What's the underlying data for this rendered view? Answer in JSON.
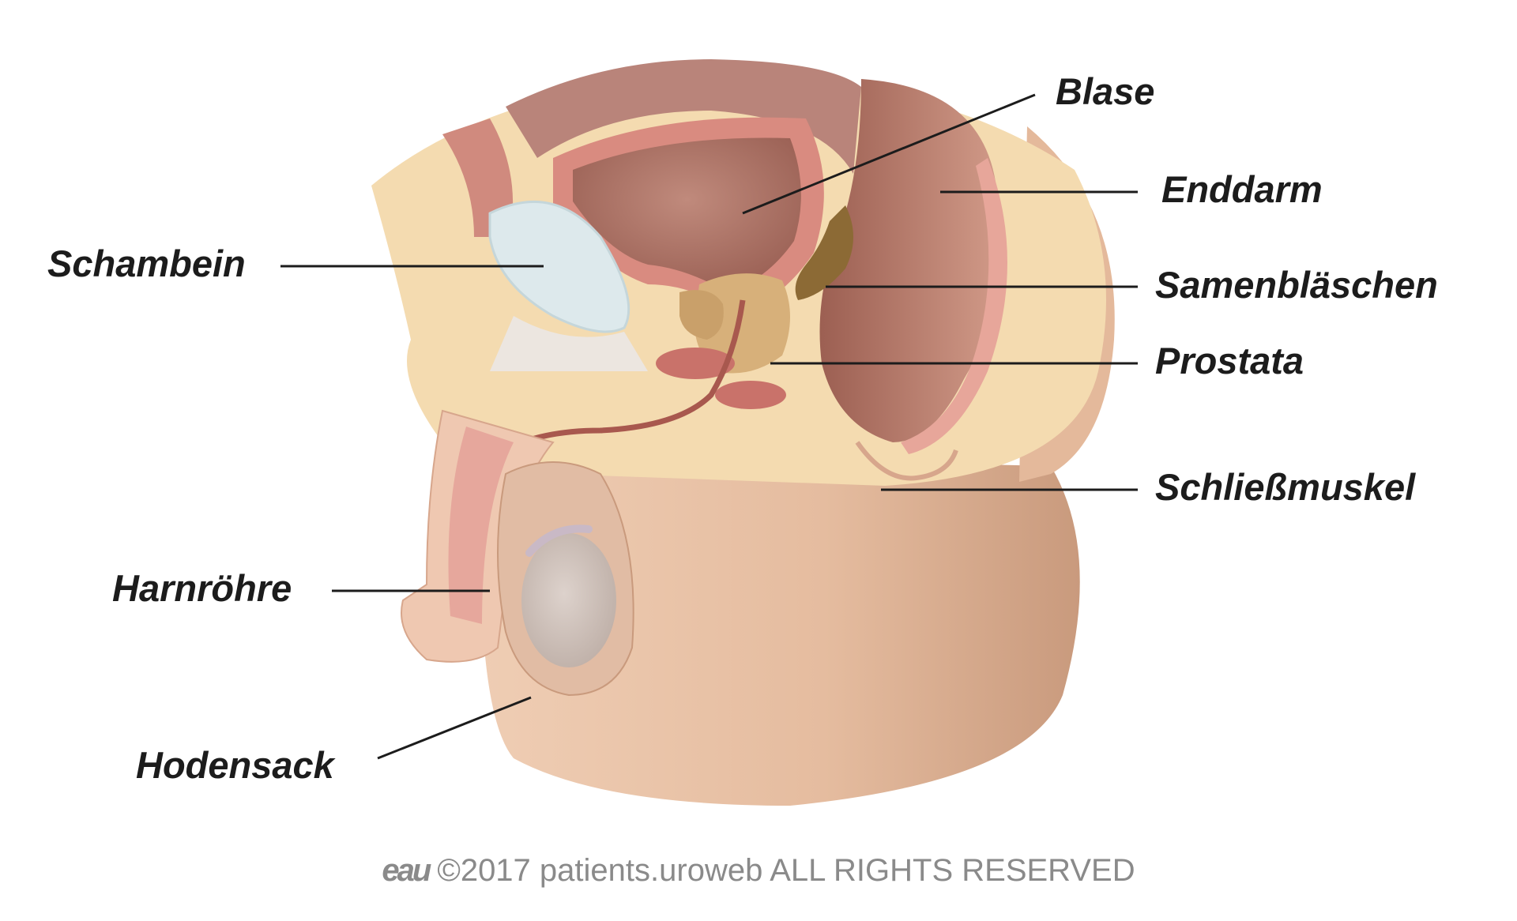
{
  "labels": {
    "blase": "Blase",
    "enddarm": "Enddarm",
    "schambein": "Schambein",
    "samenblaeschen": "Samenbläschen",
    "prostata": "Prostata",
    "schliessmuskel": "Schließmuskel",
    "harnroehre": "Harnröhre",
    "hodensack": "Hodensack"
  },
  "footer": {
    "logo": "eau",
    "copyright": "©2017 patients.uroweb ALL RIGHTS RESERVED"
  },
  "colors": {
    "skin": "#e7c0a4",
    "skin_shadow": "#c99a7d",
    "fat": "#f4dbb0",
    "muscle": "#c9807a",
    "bladder_interior": "#b57a6d",
    "bone": "#dde9ec",
    "prostata": "#d7b07a",
    "seminal_vesicle": "#8c6a35",
    "rectum": "#b87e6c",
    "urethra": "#a8584e",
    "testis": "#d6cac4",
    "leader_line": "#1c1c1c",
    "text": "#1c1c1c",
    "footer_text": "#8a8a8a"
  }
}
